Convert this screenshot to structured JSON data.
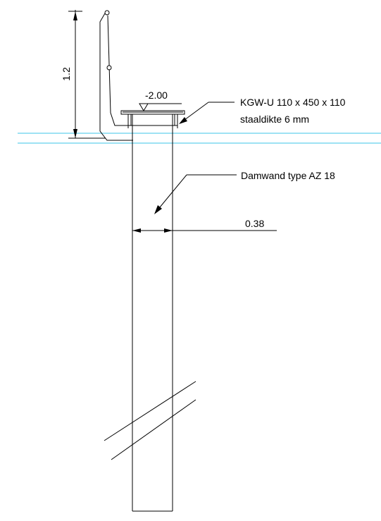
{
  "drawing": {
    "dimension_height": "1.2",
    "level_label": "-2.00",
    "callout_profile_line1": "KGW-U 110 x 450 x 110",
    "callout_profile_line2": "staaldikte 6 mm",
    "callout_sheetpile": "Damwand type AZ 18",
    "dimension_width": "0.38"
  },
  "colors": {
    "line": "#000000",
    "water_level": "#7fd8f0",
    "background": "#ffffff"
  }
}
